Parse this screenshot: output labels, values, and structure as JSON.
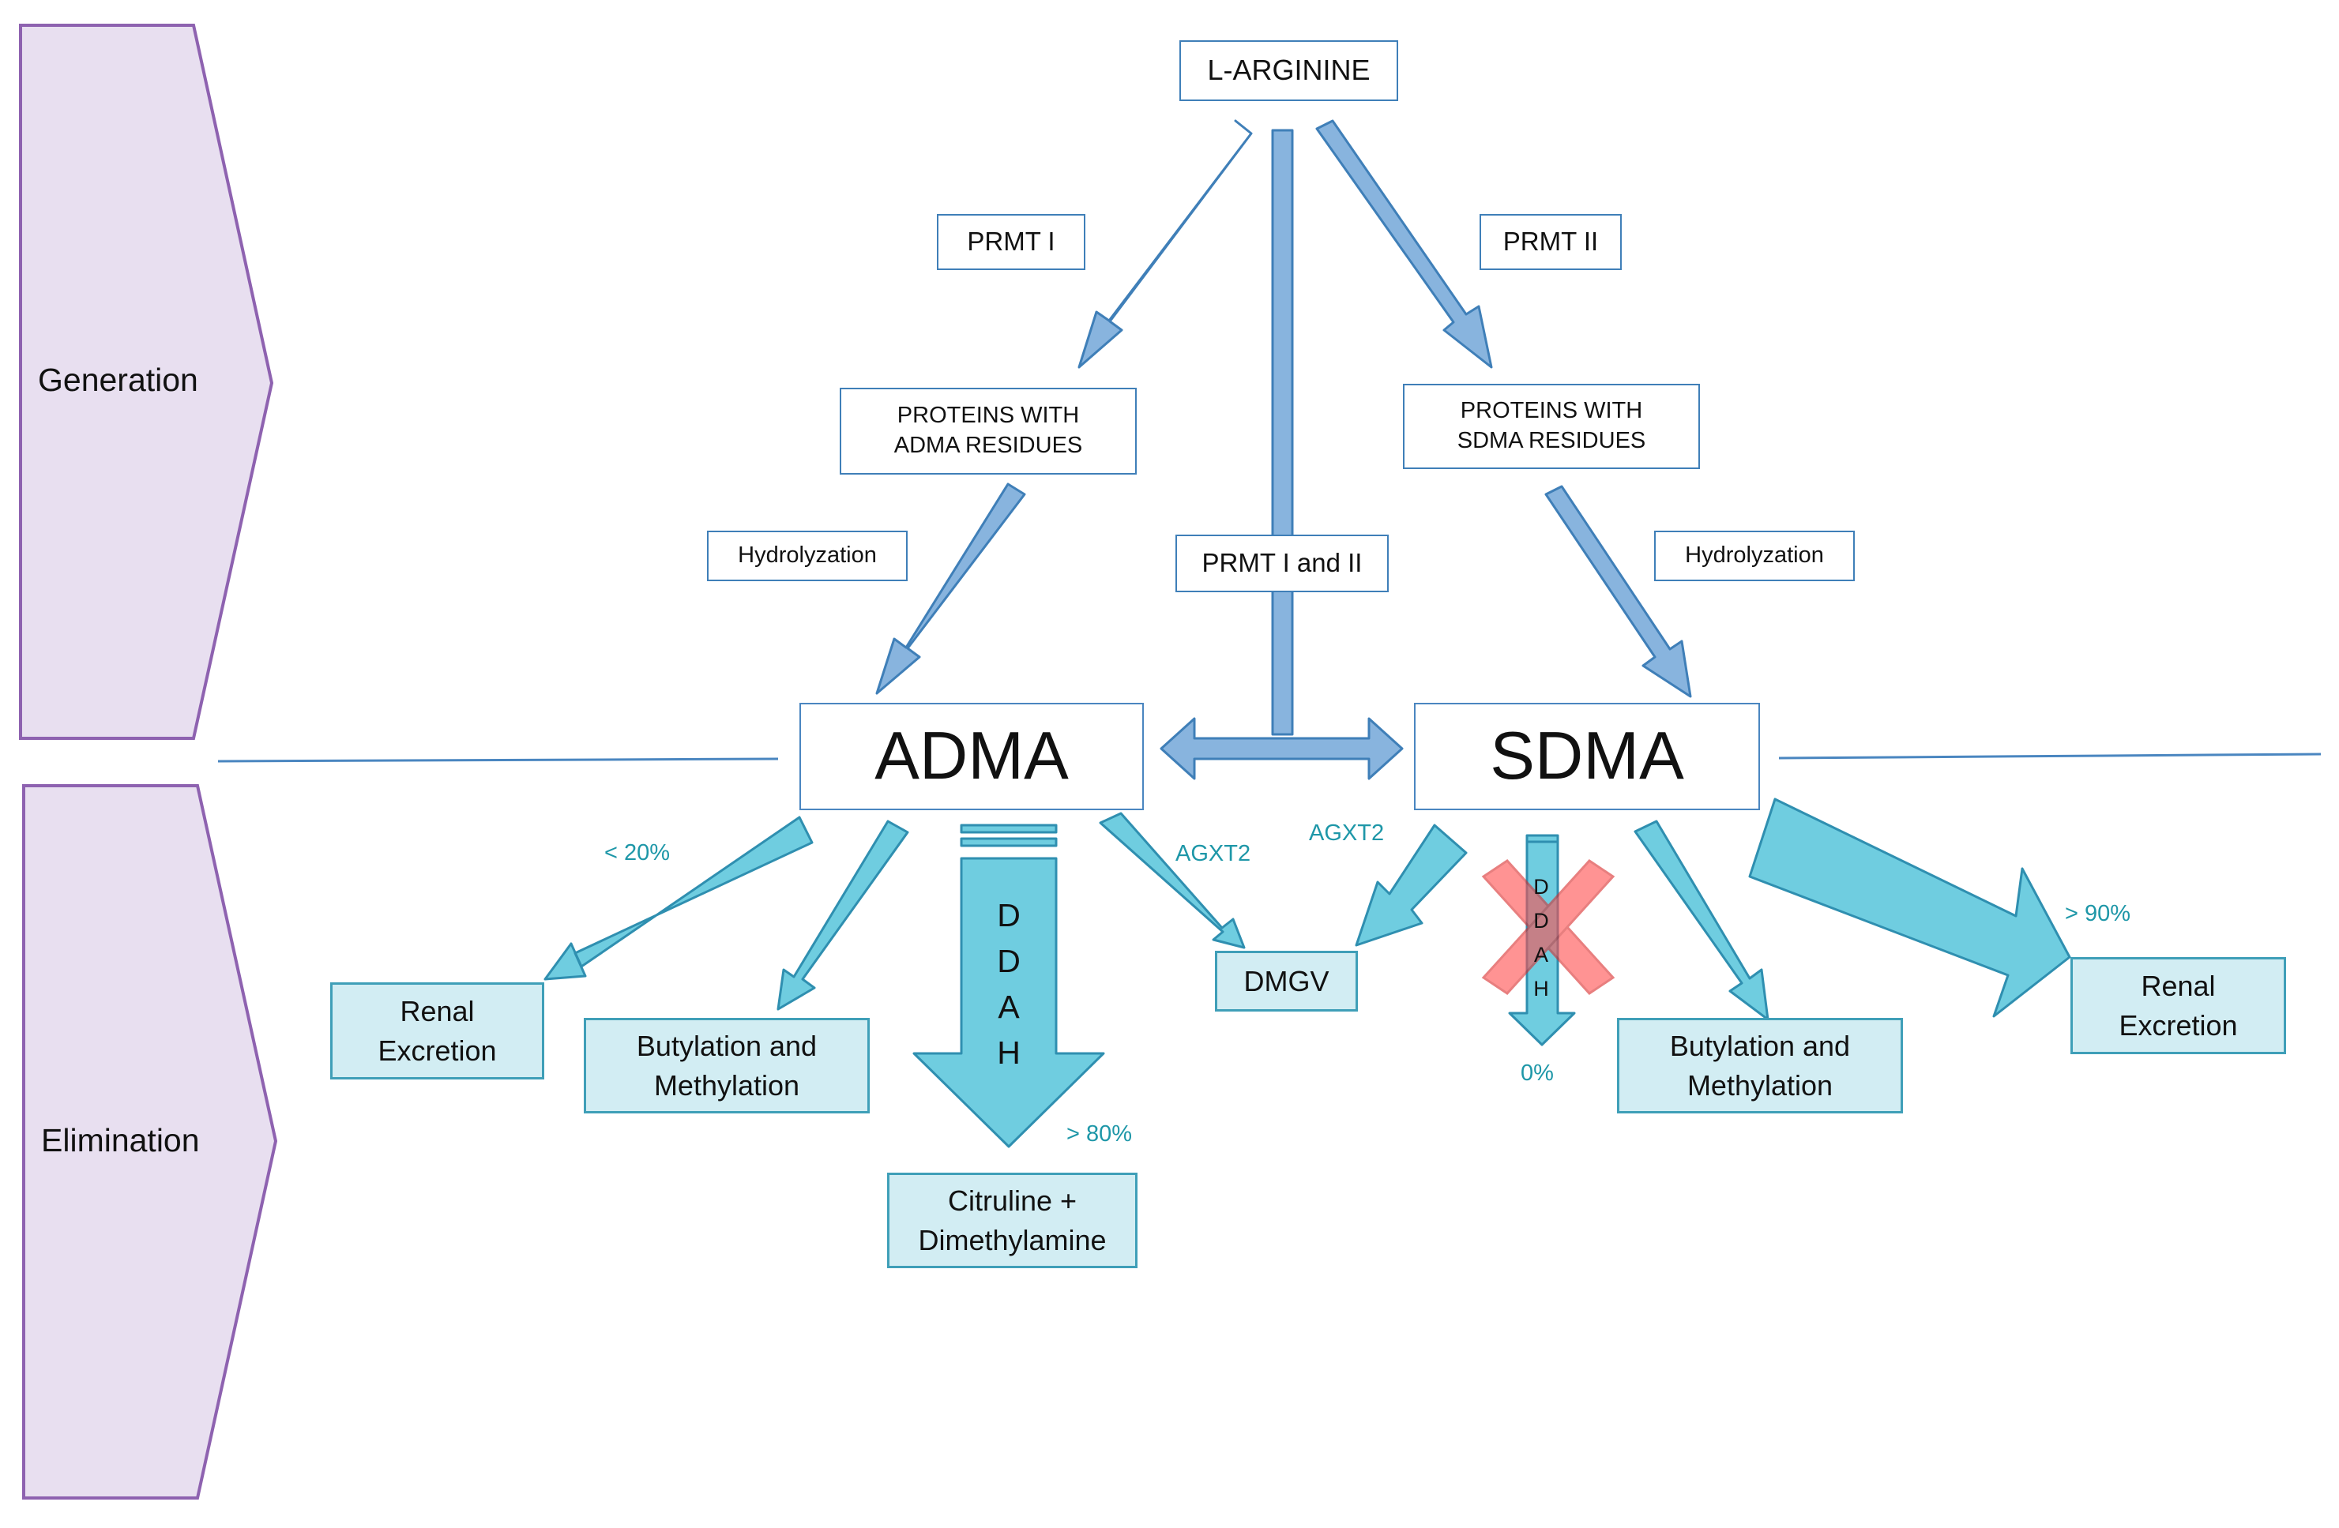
{
  "stages": {
    "generation": "Generation",
    "elimination": "Elimination"
  },
  "nodes": {
    "l_arginine": "L-ARGININE",
    "prmt1": "PRMT I",
    "prmt2": "PRMT II",
    "prmt12": "PRMT I and II",
    "proteins_adma": "PROTEINS WITH\nADMA RESIDUES",
    "proteins_sdma": "PROTEINS WITH\nSDMA RESIDUES",
    "hydro_left": "Hydrolyzation",
    "hydro_right": "Hydrolyzation",
    "adma": "ADMA",
    "sdma": "SDMA",
    "renal_left": "Renal\nExcretion",
    "butyl_left": "Butylation and\nMethylation",
    "citruline": "Citruline +\nDimethylamine",
    "dmgv": "DMGV",
    "butyl_right": "Butylation and\nMethylation",
    "renal_right": "Renal\nExcretion"
  },
  "percentages": {
    "adma_renal": "< 20%",
    "adma_ddah": "> 80%",
    "sdma_ddah": "0%",
    "sdma_renal": "> 90%"
  },
  "enzymes": {
    "agxt2_left": "AGXT2",
    "agxt2_right": "AGXT2",
    "ddah_left": "DDAH",
    "ddah_right": "DDAH"
  },
  "colors": {
    "stage_fill": "#e8dff0",
    "stage_stroke": "#8e62b0",
    "blue_arrow": "#88b4de",
    "teal_arrow": "#6fcde0",
    "teal_box": "#d2edf3",
    "cross": "#ff4d4d"
  }
}
